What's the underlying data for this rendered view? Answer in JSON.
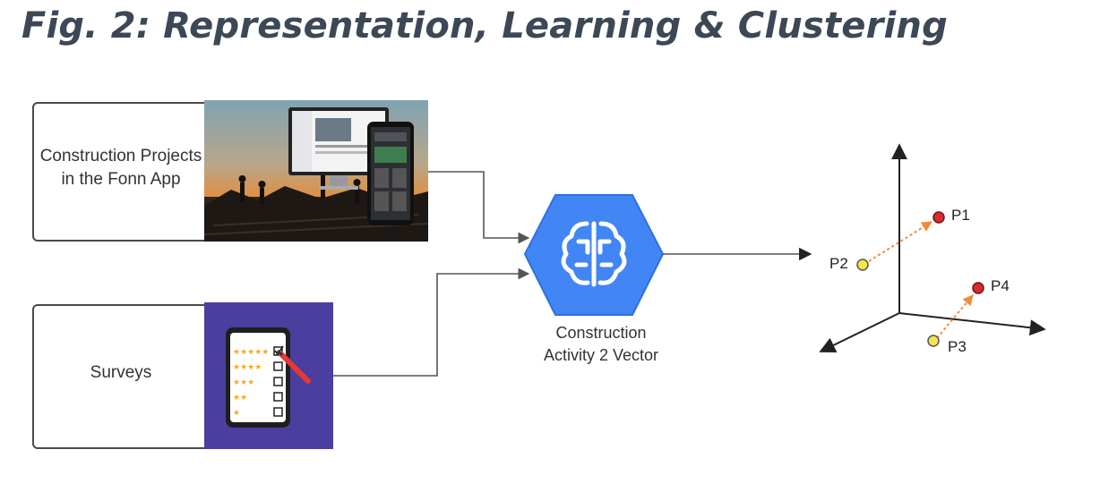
{
  "figure": {
    "title": "Fig. 2:  Representation, Learning & Clustering"
  },
  "inputs": [
    {
      "lines": [
        "Construction Projects",
        "in the Fonn App"
      ]
    },
    {
      "lines": [
        "Surveys"
      ]
    }
  ],
  "model": {
    "icon": "brain-icon",
    "lines": [
      "Construction",
      "Activity 2 Vector"
    ],
    "color": "#4285f4"
  },
  "embedding_space": {
    "points": [
      {
        "label": "P1",
        "color": "#d32f2f"
      },
      {
        "label": "P2",
        "color": "#f5e34b"
      },
      {
        "label": "P3",
        "color": "#f5e34b"
      },
      {
        "label": "P4",
        "color": "#d32f2f"
      }
    ],
    "arrow_color": "#f08a3c"
  },
  "survey": {
    "stars": [
      "★★★★★",
      "★★★★",
      "★★★",
      "★★",
      "★"
    ],
    "star_color": "#f7a823"
  }
}
